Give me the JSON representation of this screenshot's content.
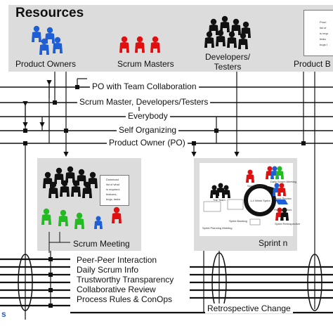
{
  "resources": {
    "title": "Resources",
    "groups": [
      {
        "label": "Product Owners"
      },
      {
        "label": "Scrum Masters"
      },
      {
        "label_line1": "Developers/",
        "label_line2": "Testers"
      },
      {
        "label": "Product B"
      }
    ]
  },
  "backlog_card": {
    "lines": [
      "Priori",
      "list of",
      "is requ",
      "featu",
      "bugs t"
    ]
  },
  "channels": [
    {
      "label": "PO with Team Collaboration"
    },
    {
      "label": "Scrum Master, Developers/Testers"
    },
    {
      "label": "Everybody"
    },
    {
      "label": "Self Organizing"
    },
    {
      "label": "Product Owner (PO)"
    }
  ],
  "scrum_meeting": {
    "label": "Scrum Meeting",
    "card_lines": [
      "Download",
      "list of what",
      "is required:",
      "features,",
      "bugs, tasks"
    ]
  },
  "sprint": {
    "label": "Sprint n",
    "items": [
      "The Team",
      "Sprint Backlog",
      "Scrum Master",
      "Daily Scrum Meeting",
      "Sprint Review",
      "1-4 Week Sprint",
      "Finished Work",
      "Sprint Retrospective",
      "Sprint Planning Meeting"
    ]
  },
  "outcomes": [
    {
      "label": "Peer-Peer Interaction"
    },
    {
      "label": "Daily Scrum Info"
    },
    {
      "label": "Trustworthy  Transparency"
    },
    {
      "label": "Collaborative Review"
    },
    {
      "label": "Process Rules & ConOps"
    }
  ],
  "retrospective": {
    "label": "Retrospective Change"
  },
  "edge_fragment": "s",
  "colors": {
    "panel": "#dcdcdc",
    "product_owner_people": "#1f5fd6",
    "scrum_master_people": "#e01010",
    "developer_people": "#111111",
    "green_people": "#22bb22"
  }
}
